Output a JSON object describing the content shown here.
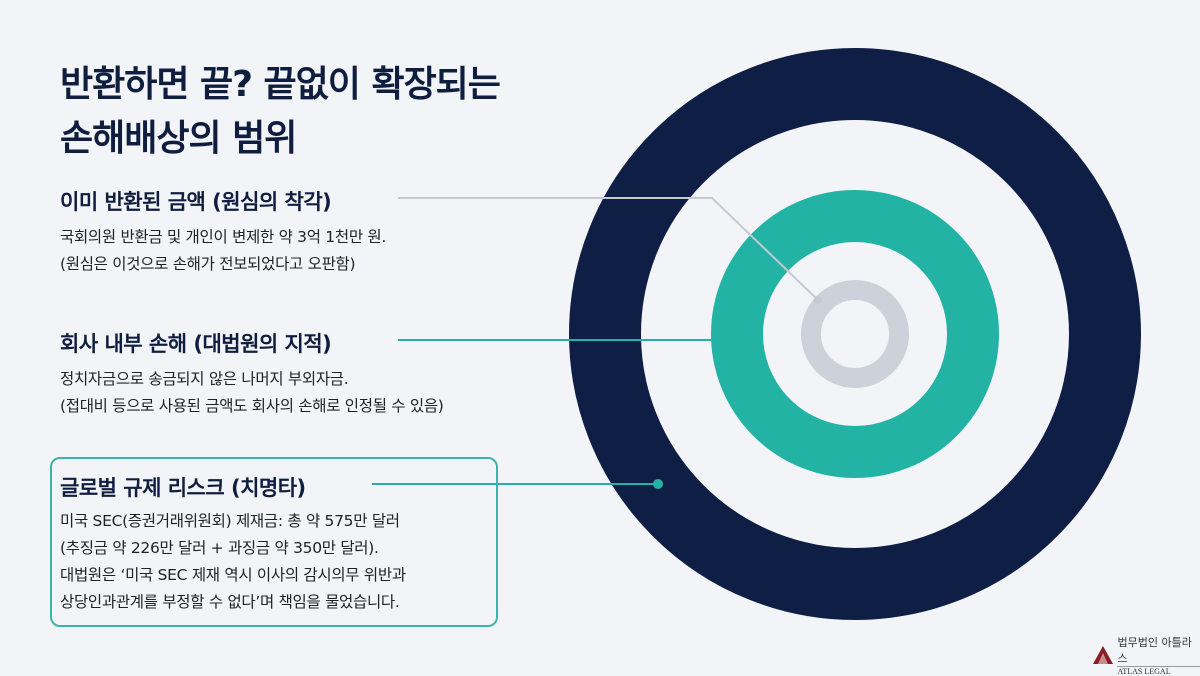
{
  "title": {
    "line1": "반환하면 끝? 끝없이 확장되는",
    "line2": "손해배상의 범위"
  },
  "sections": [
    {
      "heading": "이미 반환된 금액 (원심의 착각)",
      "lines": [
        "국회의원 반환금 및 개인이 변제한 약 3억 1천만 원.",
        "(원심은 이것으로 손해가 전보되었다고 오판함)"
      ]
    },
    {
      "heading": "회사 내부 손해 (대법원의 지적)",
      "lines": [
        "정치자금으로 송금되지 않은 나머지 부외자금.",
        "(접대비 등으로 사용된 금액도 회사의 손해로 인정될 수 있음)"
      ]
    },
    {
      "heading": "글로벌 규제 리스크 (치명타)",
      "lines": [
        "미국 SEC(증권거래위원회) 제재금: 총 약 575만 달러",
        "(추징금 약 226만 달러 + 과징금 약 350만 달러).",
        "대법원은 ‘미국 SEC 제재 역시 이사의 감시의무 위반과",
        "상당인과관계를 부정할 수 없다’며 책임을 물었습니다."
      ]
    }
  ],
  "logo": {
    "korean": "법무법인 아틀라스",
    "english": "ATLAS LEGAL"
  },
  "colors": {
    "navy": "#0f1e45",
    "teal": "#23b3a5",
    "gray": "#cfd3dc"
  }
}
